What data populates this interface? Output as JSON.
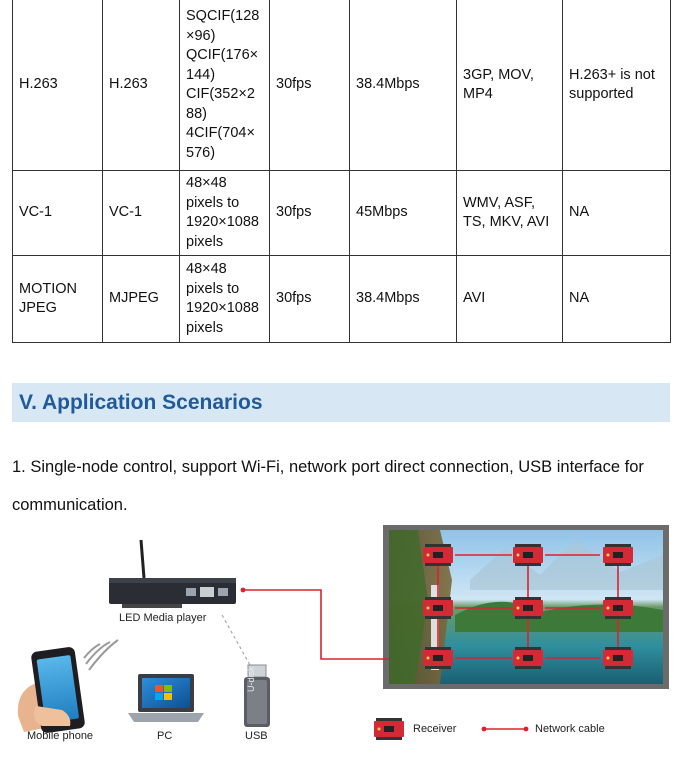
{
  "table": {
    "rows": [
      {
        "name": "H.263",
        "codec": "H.263",
        "resolution_lines": [
          "SQCIF(128",
          "×96)",
          "QCIF(176×",
          "144)",
          "CIF(352×2",
          "88)",
          "4CIF(704×",
          "576)"
        ],
        "fps": "30fps",
        "bitrate": "38.4Mbps",
        "formats_lines": [
          "3GP, MOV,",
          "MP4"
        ],
        "note_lines": [
          "H.263+ is not",
          "supported"
        ]
      },
      {
        "name": "VC-1",
        "codec": "VC-1",
        "resolution_lines": [
          "48×48",
          "pixels to",
          "1920×1088",
          "pixels"
        ],
        "fps": "30fps",
        "bitrate": "45Mbps",
        "formats_lines": [
          "WMV, ASF,",
          "TS, MKV, AVI"
        ],
        "note_lines": [
          "NA"
        ]
      },
      {
        "name_lines": [
          "MOTION",
          "JPEG"
        ],
        "codec": "MJPEG",
        "resolution_lines": [
          "48×48",
          "pixels to",
          "1920×1088",
          "pixels"
        ],
        "fps": "30fps",
        "bitrate": "38.4Mbps",
        "formats_lines": [
          "AVI"
        ],
        "note_lines": [
          "NA"
        ]
      }
    ]
  },
  "section": {
    "title": "V. Application Scenarios"
  },
  "paragraph": {
    "text": "1. Single-node control, support Wi-Fi, network port direct connection, USB interface for communication."
  },
  "diagram": {
    "labels": {
      "media_player": "LED Media player",
      "mobile_phone": "Mobile phone",
      "pc": "PC",
      "usb": "USB",
      "udisk": "U-disk",
      "receiver": "Receiver",
      "network_cable": "Network cable"
    },
    "colors": {
      "cable": "#d9232e",
      "receiver_board": "#d42a36",
      "screen_frame": "#6b6b6b",
      "heading_band": "#d8e7f4",
      "heading_text": "#1f5a9a"
    },
    "icons": [
      "antenna-icon",
      "wifi-waves-icon",
      "phone-icon",
      "laptop-icon",
      "usb-stick-icon",
      "receiver-card-icon"
    ]
  }
}
